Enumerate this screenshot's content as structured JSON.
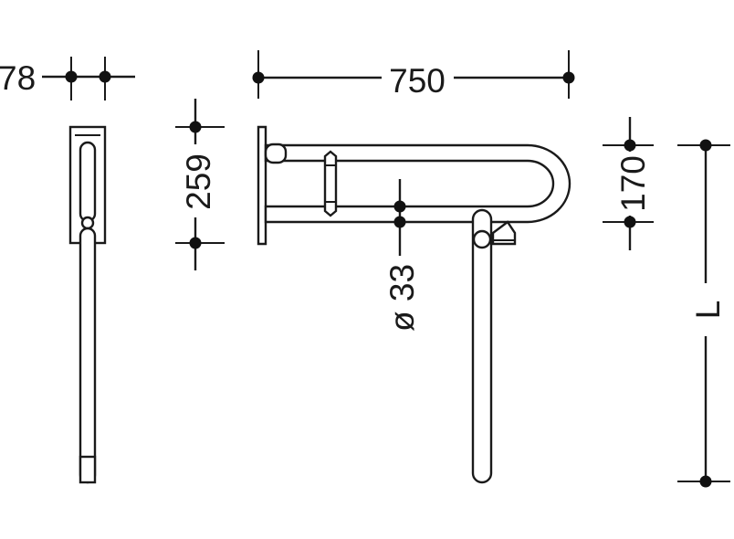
{
  "dimensions": {
    "wall_depth": "78",
    "length": "750",
    "height": "259",
    "diameter": "ø 33",
    "spacing": "170",
    "leg": "L"
  },
  "colors": {
    "line": "#1a1a1a",
    "background": "#ffffff"
  }
}
